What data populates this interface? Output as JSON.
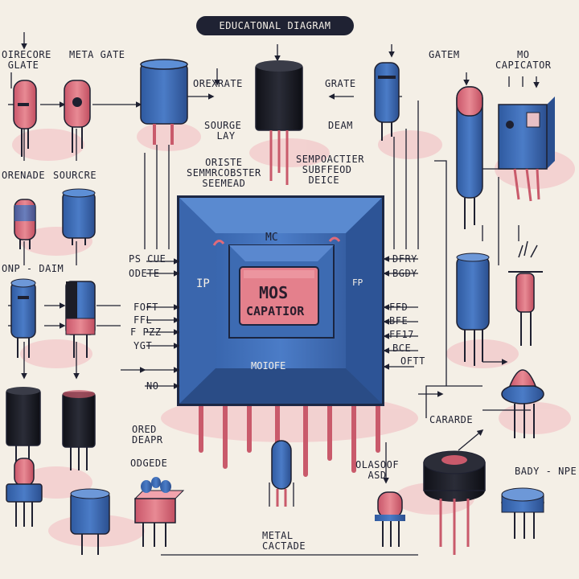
{
  "header": {
    "title": "EDUCATONAL DIAGRAM"
  },
  "center": {
    "mos_line1": "MOS",
    "mos_line2": "CAPATIOR",
    "mc": "MC",
    "ip": "IP",
    "fp": "FP",
    "molfe": "MOIOFE"
  },
  "labels": {
    "oirecore_glate": "OIRECORE\n GLATE",
    "meta_gate": "META GATE",
    "orexrate": "OREXRATE",
    "grate": "GRATE",
    "gatem": "GATEM",
    "mo_capicator": "MO\nCAPICATOR",
    "sourge_lay": "SOURGE\n  LAY",
    "deam": "DEAM",
    "orenade": "ORENADE",
    "sourcre": "SOURCRE",
    "oriste": "ORISTE\nSEMMRCOBSTER\nSEEMEAD",
    "sempoactier": "SEMPOACTIER\n SUBFFEOD\n  DEICE",
    "onp_daim": "ONP - DAIM",
    "pscue": "PS CUE",
    "odete": "ODETE",
    "foft": "FOFT",
    "ffl": "FFL",
    "fpzz": "F PZZ",
    "ygt": "YGT",
    "no": "NO",
    "dfry": "DFRY",
    "bgdy": "BGDY",
    "ffd": "FFD",
    "bfe": "BFE",
    "ff17": "FF17",
    "bce": "BCE",
    "oftt": "OFTT",
    "ored_deapr": "ORED\nDEAPR",
    "odgede": "ODGEDE",
    "carapde": "CARARDE",
    "olasoof_asd": "OLASOOF\n  ASD",
    "metal_cactade": "METAL\nCACTADE",
    "bady_npe": "BADY - NPE"
  },
  "colors": {
    "blue": "#3f6fb8",
    "dark_blue": "#2a4f8f",
    "pink": "#df6b7a",
    "black": "#1c1d26",
    "ink": "#1e2030",
    "chip_center": "#e4808c",
    "background": "#f4efe6"
  }
}
